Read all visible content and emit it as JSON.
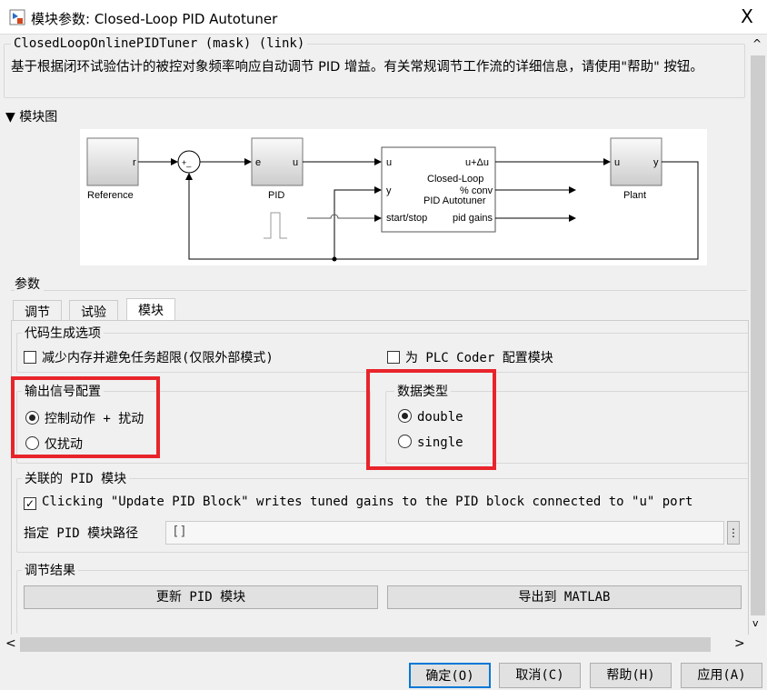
{
  "window": {
    "title": "模块参数: Closed-Loop PID Autotuner",
    "close": "X"
  },
  "header": {
    "mask_title": "ClosedLoopOnlinePIDTuner (mask) (link)",
    "description": "基于根据闭环试验估计的被控对象频率响应自动调节 PID 增益。有关常规调节工作流的详细信息，请使用\"帮助\" 按钮。"
  },
  "diagram_section": {
    "label": "模块图",
    "blocks": {
      "reference": "Reference",
      "reference_port": "r",
      "pid": "PID",
      "pid_in": "e",
      "pid_out": "u",
      "tuner_line1": "Closed-Loop",
      "tuner_line2": "PID Autotuner",
      "tuner_in_u": "u",
      "tuner_in_y": "y",
      "tuner_in_ss": "start/stop",
      "tuner_out_u": "u+Δu",
      "tuner_out_conv": "% conv",
      "tuner_out_gains": "pid gains",
      "plant": "Plant",
      "plant_in": "u",
      "plant_out": "y",
      "sum_signs": "+_"
    }
  },
  "params": {
    "label": "参数",
    "tabs": [
      {
        "label": "调节"
      },
      {
        "label": "试验"
      },
      {
        "label": "模块",
        "active": true
      }
    ]
  },
  "codegen": {
    "label": "代码生成选项",
    "reduce_memory": {
      "label": "减少内存并避免任务超限(仅限外部模式)",
      "checked": false
    },
    "plc": {
      "label": "为 PLC Coder 配置模块",
      "checked": false
    }
  },
  "output_config": {
    "label": "输出信号配置",
    "options": [
      {
        "label": "控制动作 + 扰动",
        "selected": true
      },
      {
        "label": "仅扰动",
        "selected": false
      }
    ]
  },
  "data_type": {
    "label": "数据类型",
    "options": [
      {
        "label": "double",
        "selected": true
      },
      {
        "label": "single",
        "selected": false
      }
    ]
  },
  "pid_block": {
    "label": "关联的 PID 模块",
    "checkbox": {
      "label": "Clicking \"Update PID Block\" writes tuned gains to the PID block connected to \"u\" port",
      "checked": true
    },
    "path_label": "指定 PID 模块路径",
    "path_value": "[]",
    "menu": "⋮"
  },
  "results": {
    "label": "调节结果",
    "update": "更新 PID 模块",
    "export": "导出到 MATLAB"
  },
  "footer": {
    "ok": "确定(O)",
    "cancel": "取消(C)",
    "help": "帮助(H)",
    "apply": "应用(A)"
  },
  "scroll": {
    "up": "^",
    "down": "v",
    "left": "<",
    "right": ">"
  }
}
